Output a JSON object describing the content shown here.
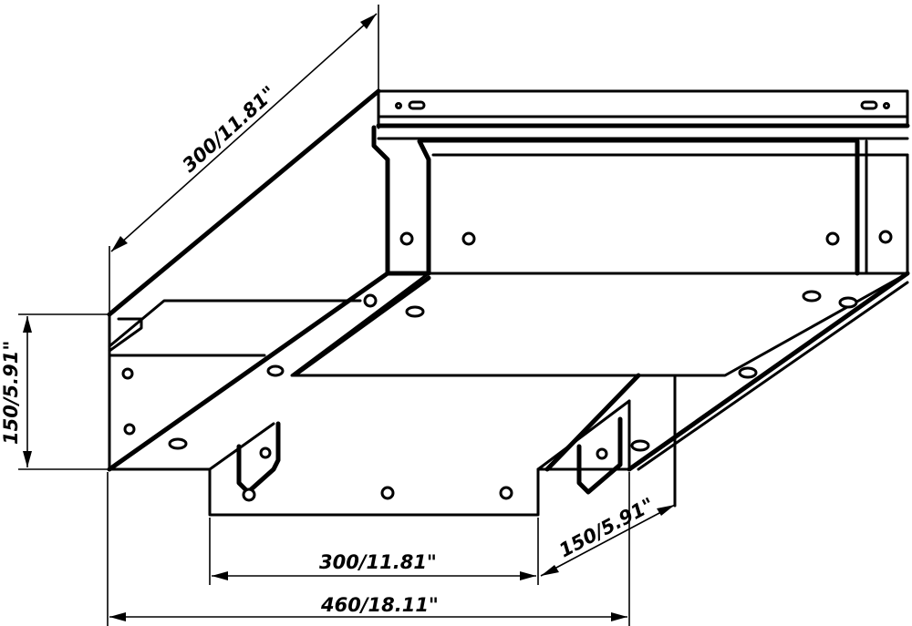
{
  "dimensions": {
    "depth_top": "300/11.81\"",
    "height_left": "150/5.91\"",
    "branch_width": "300/11.81\"",
    "branch_depth": "150/5.91\"",
    "overall_width": "460/18.11\""
  }
}
